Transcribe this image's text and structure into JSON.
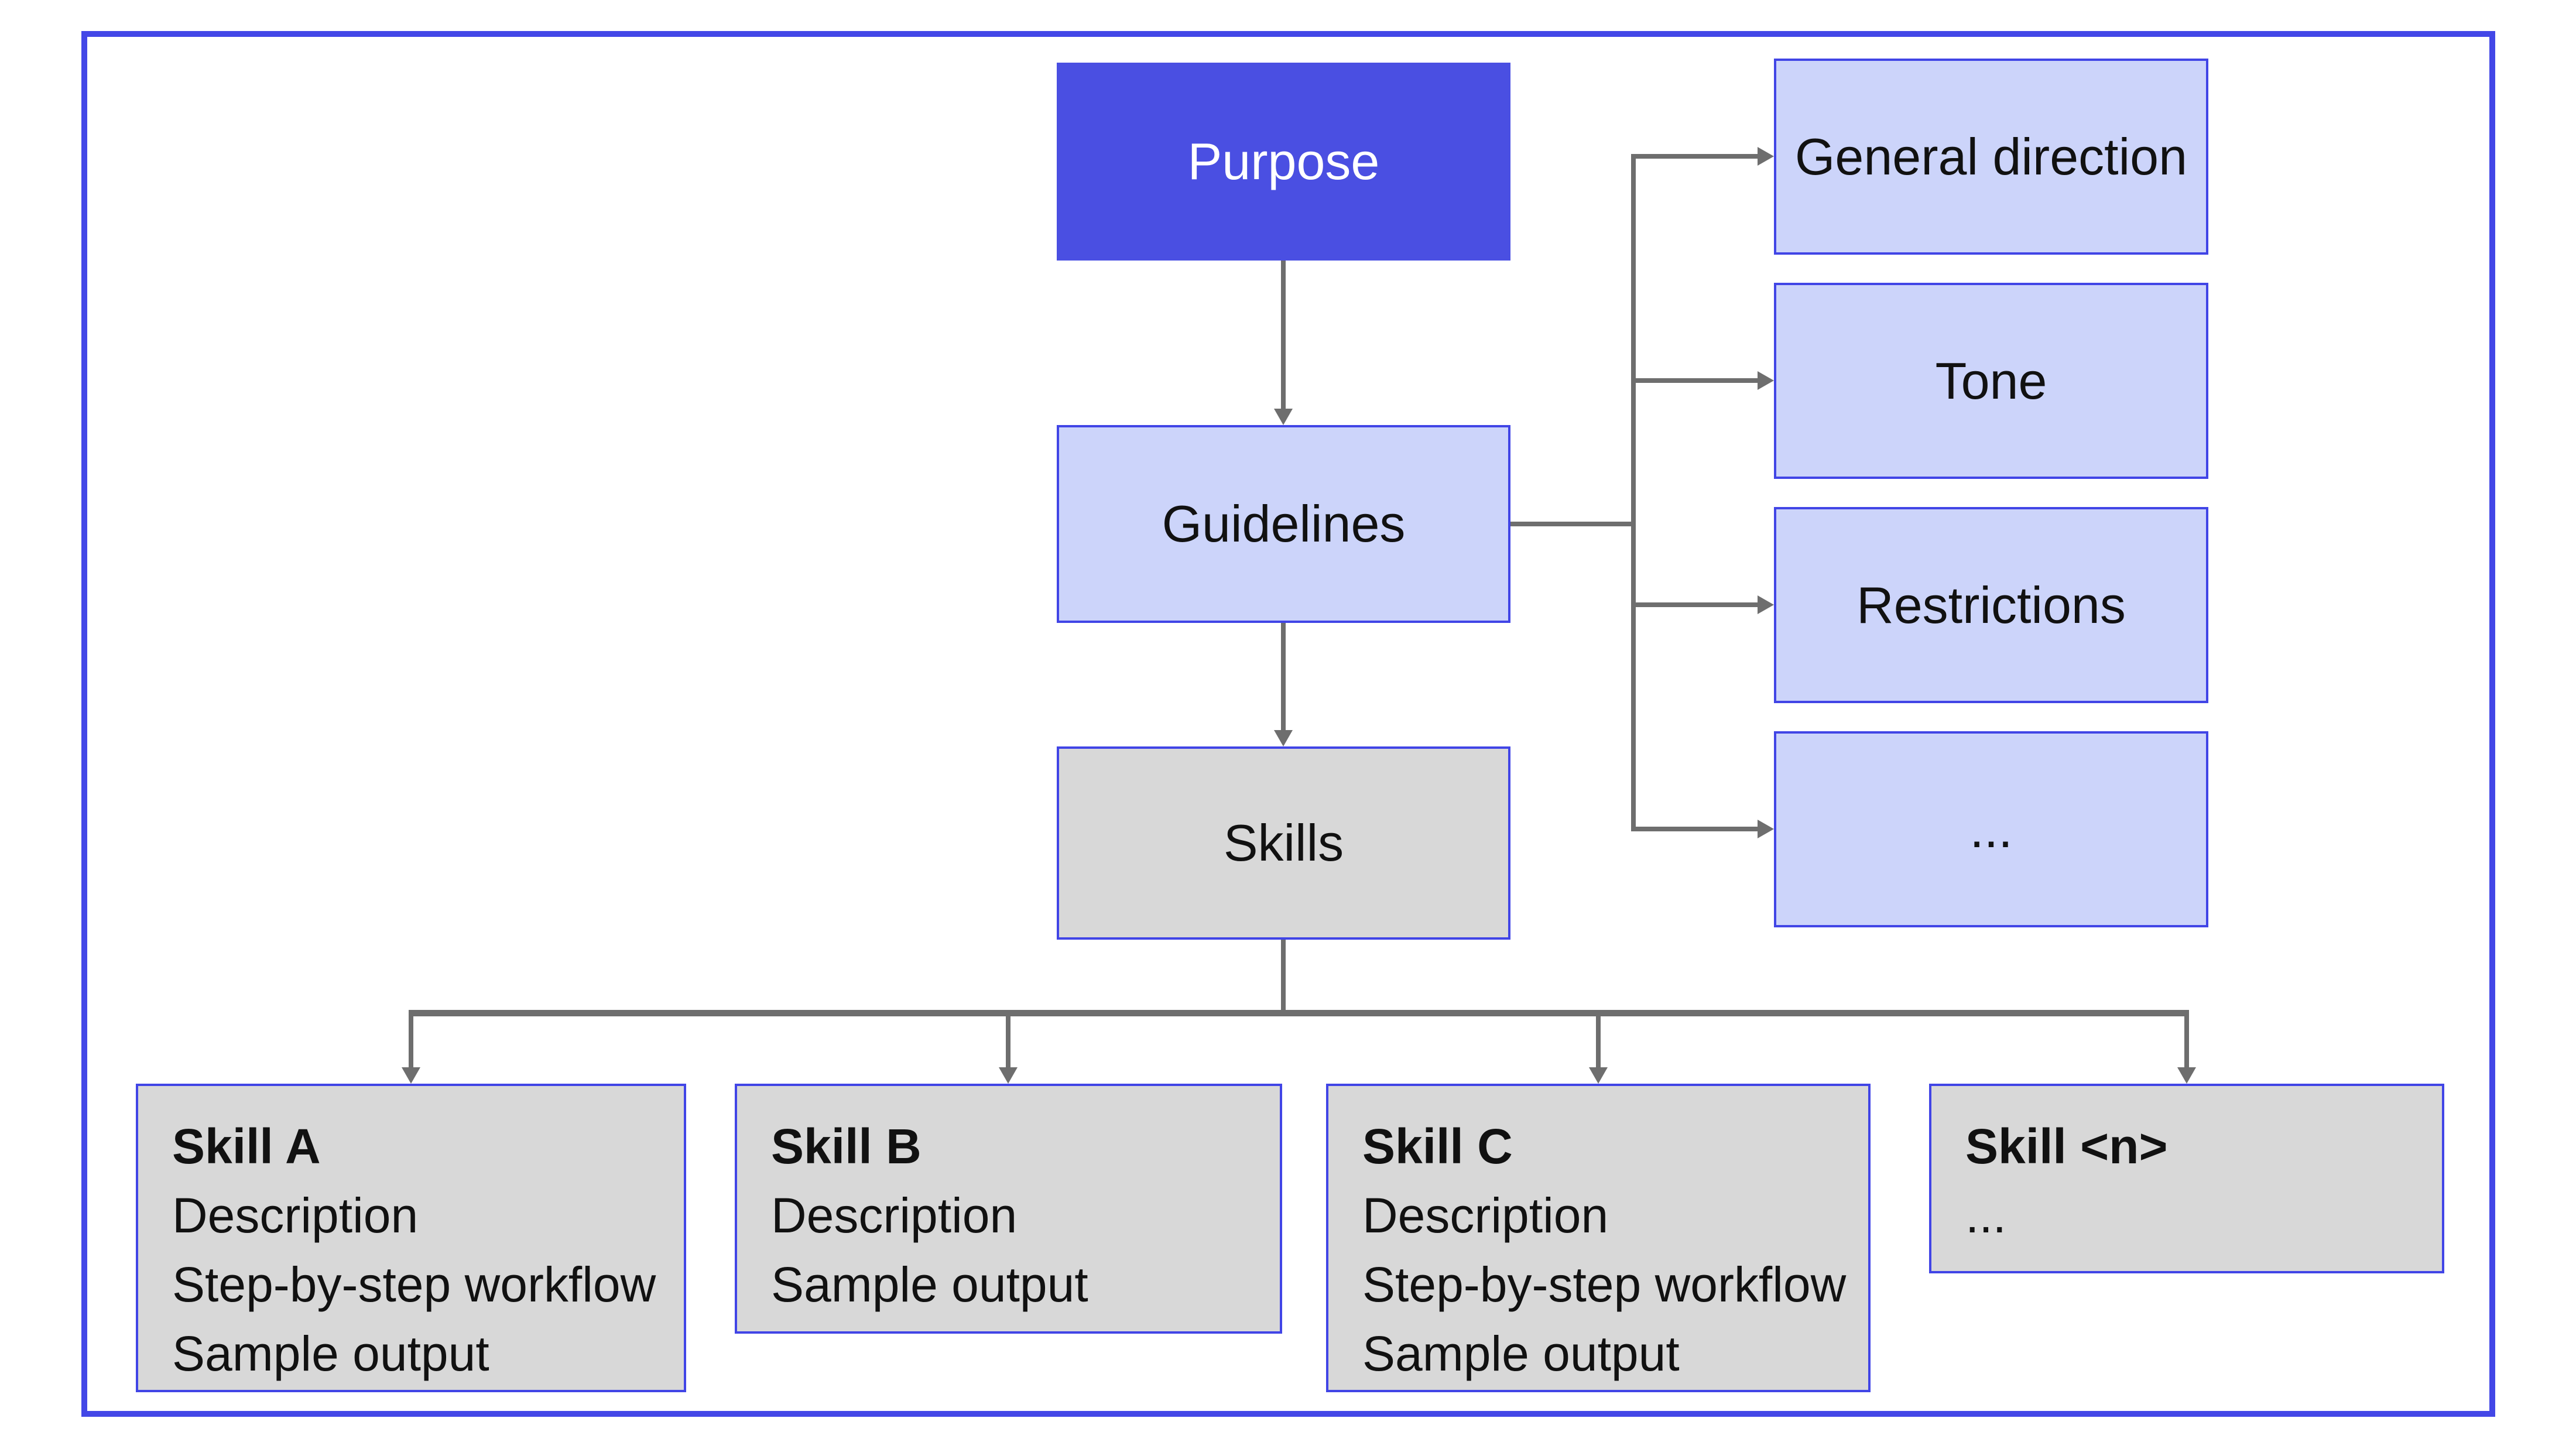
{
  "colors": {
    "accent_frame_blue": "#4347e7",
    "purpose_fill": "#4a4fe2",
    "light_box_fill": "#ccd4fa",
    "box_border_blue": "#4145e6",
    "gray_box_fill": "#d8d8d8",
    "connector_gray": "#6e6e6e",
    "text_dark": "#111111",
    "text_on_primary": "#ffffff",
    "background": "#ffffff"
  },
  "diagram": {
    "purpose": {
      "label": "Purpose"
    },
    "guidelines": {
      "label": "Guidelines"
    },
    "skills": {
      "label": "Skills"
    },
    "guideline_aspects": [
      {
        "label": "General direction"
      },
      {
        "label": "Tone"
      },
      {
        "label": "Restrictions"
      },
      {
        "label": "..."
      }
    ],
    "skill_cards": [
      {
        "title": "Skill A",
        "lines": [
          "Description",
          "Step-by-step workflow",
          "Sample output"
        ]
      },
      {
        "title": "Skill B",
        "lines": [
          "Description",
          "Sample output"
        ]
      },
      {
        "title": "Skill C",
        "lines": [
          "Description",
          "Step-by-step workflow",
          "Sample output"
        ]
      },
      {
        "title": "Skill <n>",
        "lines": [
          "..."
        ]
      }
    ]
  }
}
